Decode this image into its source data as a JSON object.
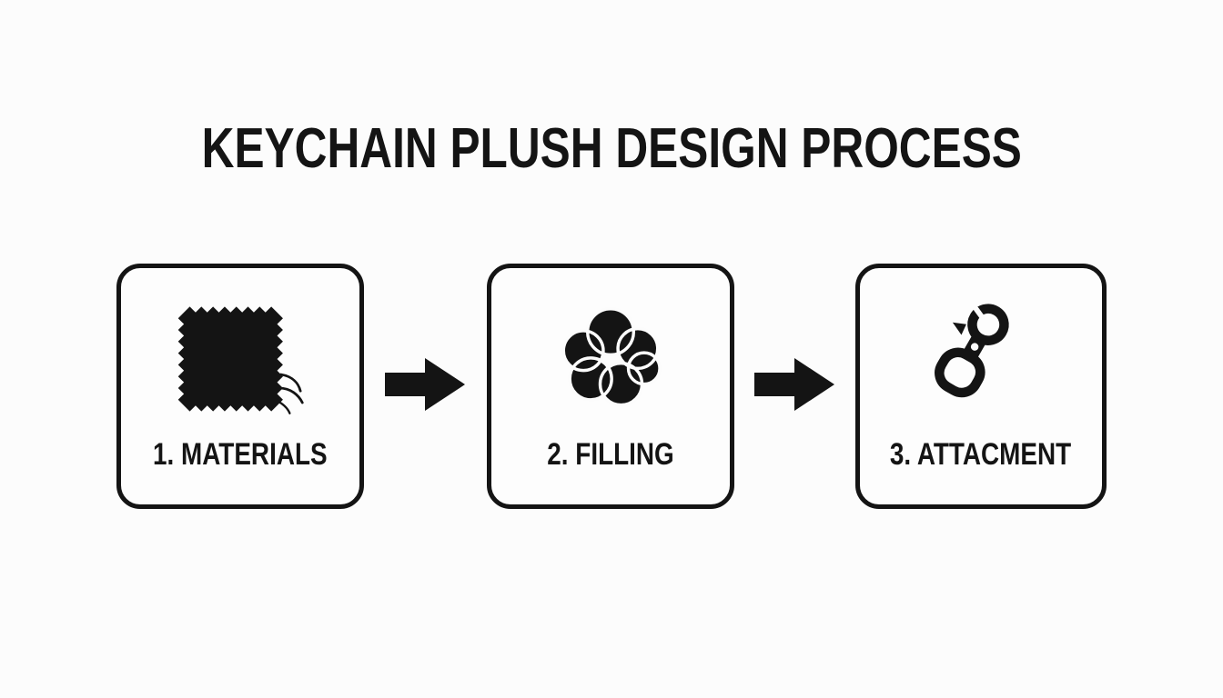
{
  "title": "KEYCHAIN PLUSH DESIGN PROCESS",
  "colors": {
    "ink": "#141414",
    "background": "#fcfcfc"
  },
  "steps": [
    {
      "label": "1. MATERIALS",
      "icon": "fabric-swatch-icon"
    },
    {
      "label": "2. FILLING",
      "icon": "stuffing-fluff-icon"
    },
    {
      "label": "3. ATTACMENT",
      "icon": "keychain-clasp-icon"
    }
  ],
  "arrows": [
    {
      "icon": "right-arrow-icon"
    },
    {
      "icon": "right-arrow-icon"
    }
  ]
}
